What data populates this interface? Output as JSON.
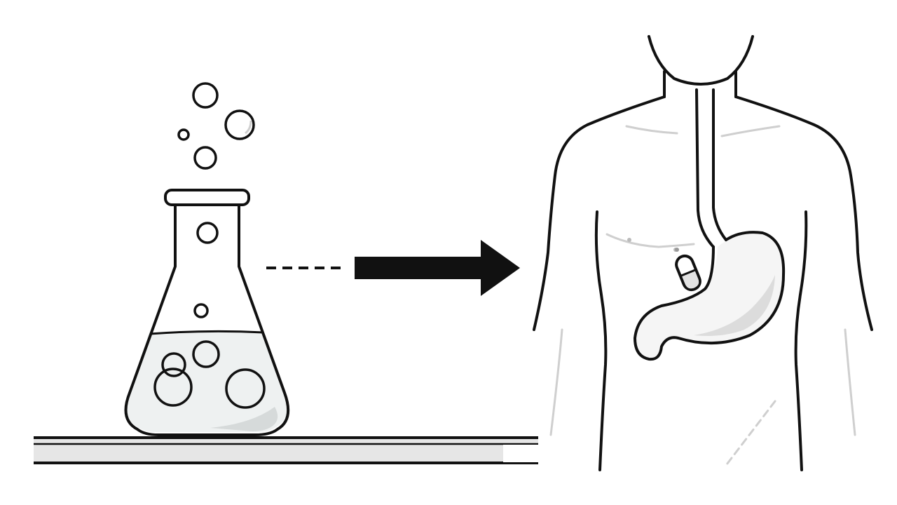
{
  "diagram": {
    "nodes": [
      {
        "id": "lab-flask",
        "kind": "erlenmeyer-flask-icon",
        "state": "bubbling-liquid"
      },
      {
        "id": "human-body",
        "kind": "human-torso-icon",
        "detail": "esophagus-and-stomach-icon"
      },
      {
        "id": "pill",
        "kind": "capsule-pill-icon",
        "location": "inside-torso-near-stomach"
      }
    ],
    "edges": [
      {
        "from": "lab-flask",
        "to": "human-body",
        "style": "dashed-then-solid-arrow",
        "direction": "left-to-right"
      }
    ],
    "colors": {
      "stroke": "#111111",
      "liquid": "#eef1f1",
      "liquid_shade": "#d6dada",
      "bench_fill": "#e6e6e6",
      "faint_line": "#cfcfcf",
      "background": "#ffffff"
    }
  }
}
